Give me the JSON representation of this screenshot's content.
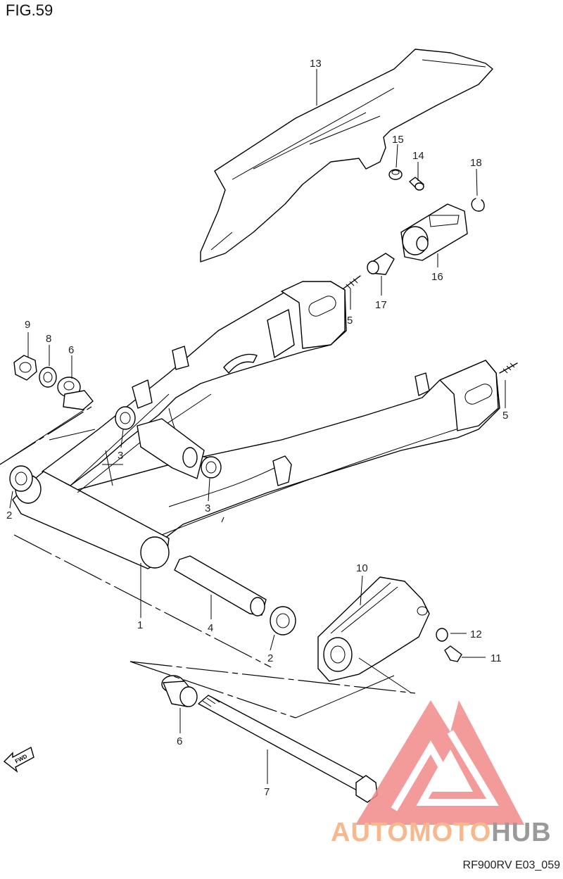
{
  "figure": {
    "title": "FIG.59",
    "code": "RF900RV E03_059"
  },
  "watermark": {
    "part1": "AUTOMOTO",
    "part2": "HUB",
    "color_main": "#f6b88c",
    "color_hub": "#9a9a9a",
    "logo_color": "#f28a8a"
  },
  "callouts": {
    "c13": "13",
    "c15": "15",
    "c14": "14",
    "c18": "18",
    "c16": "16",
    "c17": "17",
    "c5a": "5",
    "c5b": "5",
    "c9": "9",
    "c8": "8",
    "c6a": "6",
    "c3a": "3",
    "c3b": "3",
    "c2a": "2",
    "c1": "1",
    "c4": "4",
    "c2b": "2",
    "c10": "10",
    "c12": "12",
    "c11": "11",
    "c6b": "6",
    "c7": "7"
  },
  "fwd_label": "FWD"
}
